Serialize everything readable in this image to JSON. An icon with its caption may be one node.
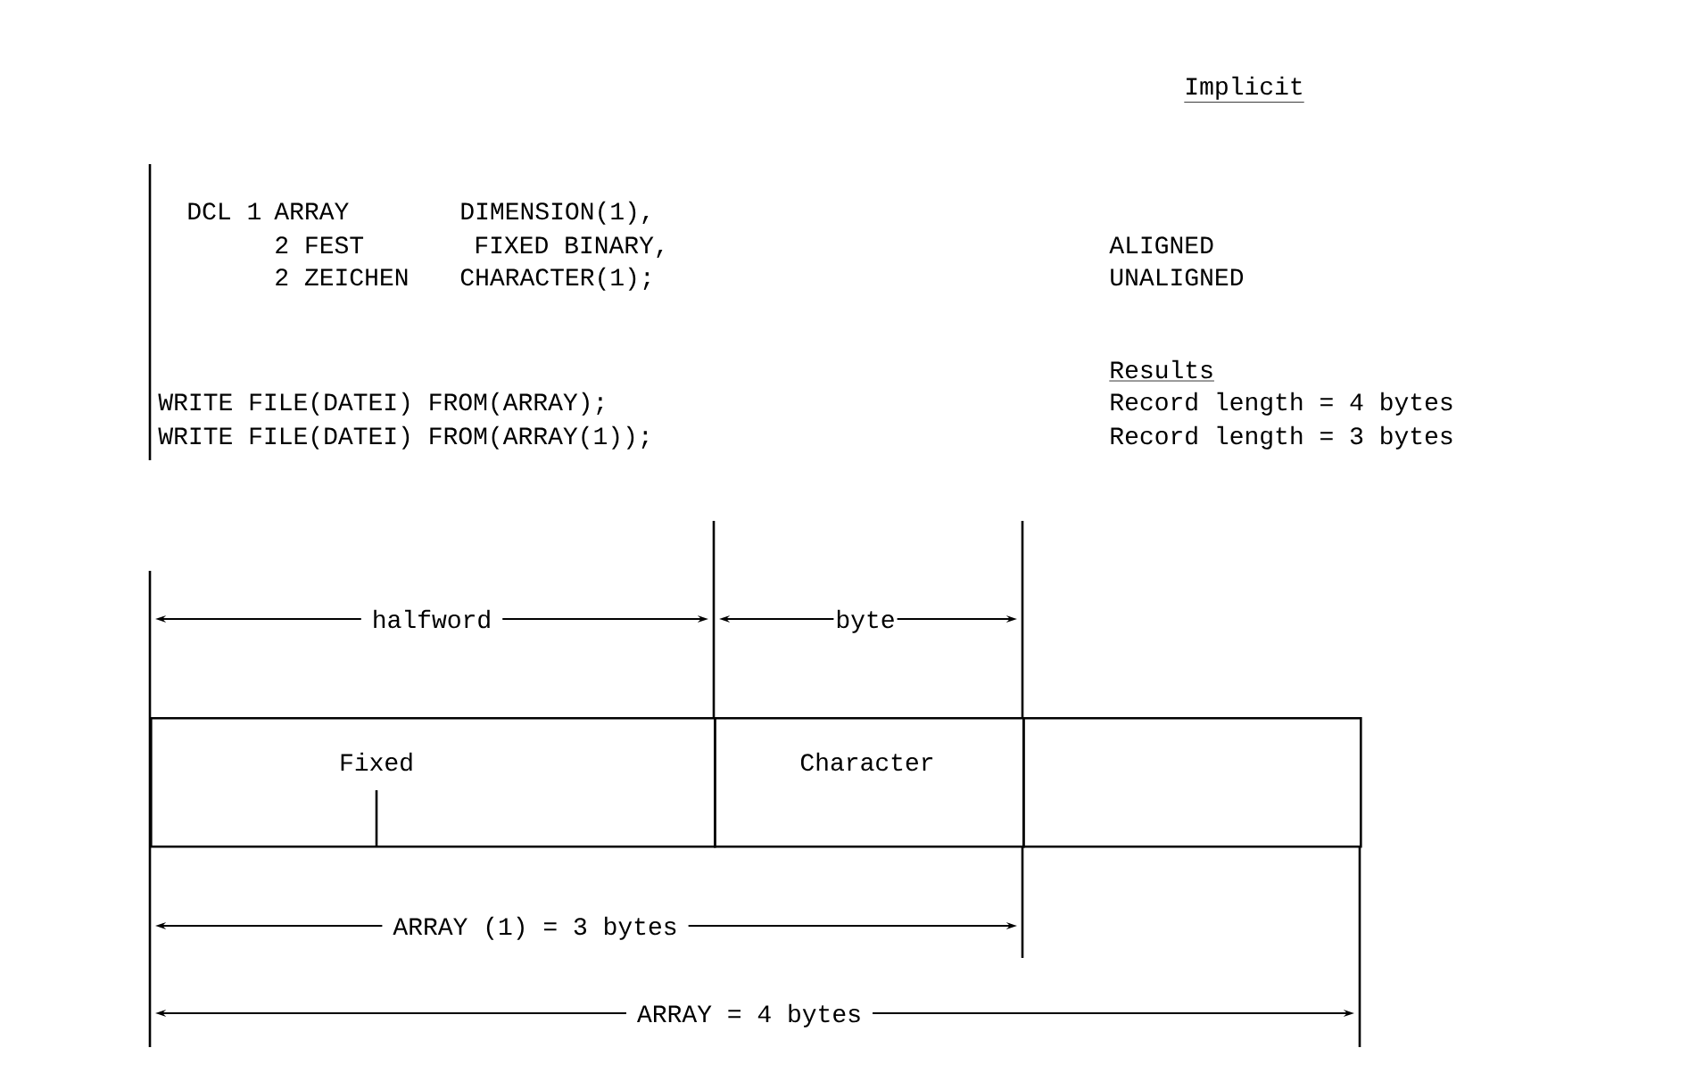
{
  "diagram": {
    "nodes": [
      {
        "text": [
          "Fixed"
        ]
      },
      {
        "text": [
          "Character"
        ]
      },
      {
        "text": [],
        "shape": "box"
      }
    ],
    "edges": [],
    "labels": [
      "Implicit",
      "DCL 1",
      "ARRAY",
      "DIMENSION(1),",
      "2 FEST",
      "FIXED BINARY,",
      "ALIGNED",
      "2 ZEICHEN",
      "CHARACTER(1);",
      "UNALIGNED",
      "Results",
      "WRITE FILE(DATEI) FROM(ARRAY);",
      "Record length = 4 bytes",
      "WRITE FILE(DATEI) FROM(ARRAY(1));",
      "Record length = 3 bytes",
      "halfword",
      "byte",
      "ARRAY (1) = 3 bytes",
      "ARRAY = 4 bytes"
    ]
  }
}
